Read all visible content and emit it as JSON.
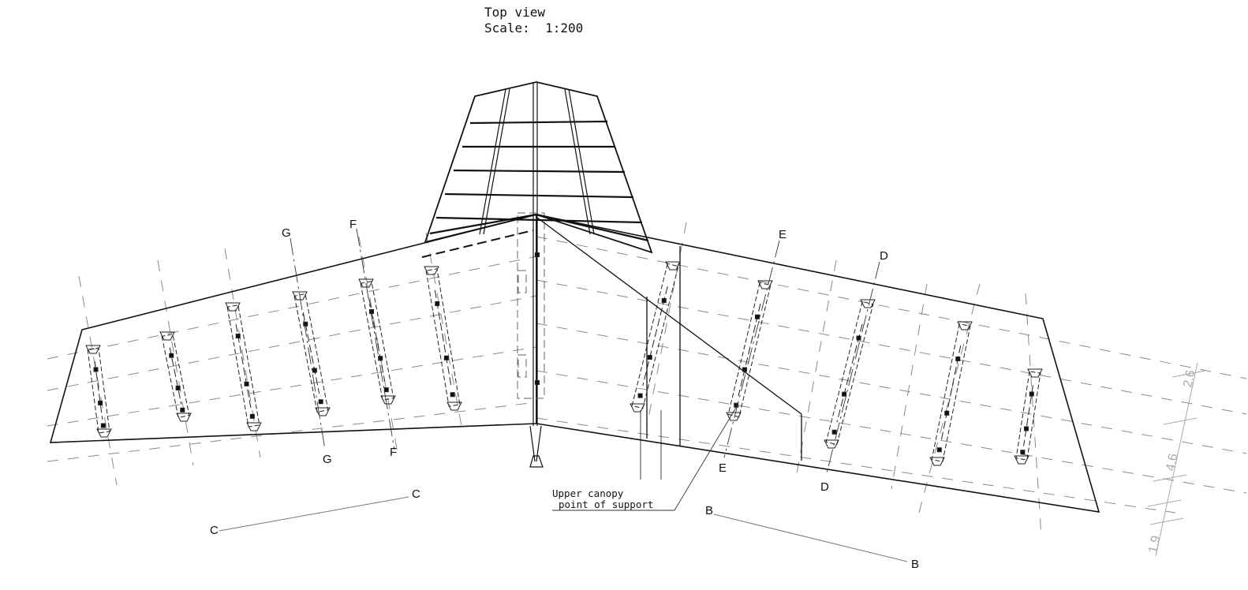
{
  "title": {
    "line1": "Top view",
    "scale_label": "Scale:",
    "scale_value": "1:200"
  },
  "section_markers": {
    "G": "G",
    "F": "F",
    "E": "E",
    "D": "D",
    "C": "C",
    "B": "B"
  },
  "annotation": {
    "line1": "Upper canopy",
    "line2": "point of support"
  },
  "dimensions": [
    "2.6",
    "4.6",
    "1.9"
  ],
  "colors": {
    "ink": "#111111",
    "dash": "#888888",
    "dim": "#aaaaaa"
  }
}
